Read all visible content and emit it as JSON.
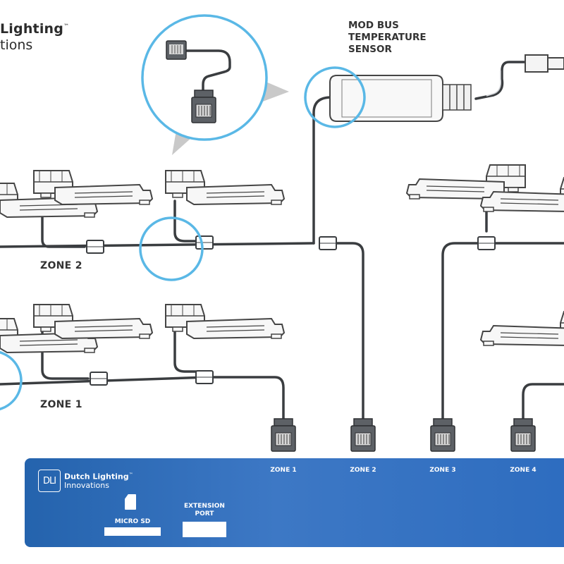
{
  "brand_top": {
    "line1": "Lighting",
    "tm": "™",
    "line2": "tions"
  },
  "sensor_label": {
    "line1": "MOD BUS",
    "line2": "TEMPERATURE",
    "line3": "SENSOR"
  },
  "zones": {
    "zone2_label": "ZONE 2",
    "zone1_label": "ZONE 1"
  },
  "panel": {
    "logo_text": "DLI",
    "brand_line1": "Dutch Lighting",
    "brand_tm": "™",
    "brand_line2": "Innovations",
    "micro_sd_label": "MICRO SD",
    "extension_label_line1": "EXTENSION",
    "extension_label_line2": "PORT",
    "ports": [
      {
        "label": "ZONE 1"
      },
      {
        "label": "ZONE 2"
      },
      {
        "label": "ZONE 3"
      },
      {
        "label": "ZONE 4"
      }
    ]
  },
  "colors": {
    "cable": "#3a3d40",
    "highlight": "#5ab8e6",
    "panel_blue": "#2d6cbf",
    "fixture_stroke": "#454545",
    "fixture_fill": "#f7f7f7"
  }
}
